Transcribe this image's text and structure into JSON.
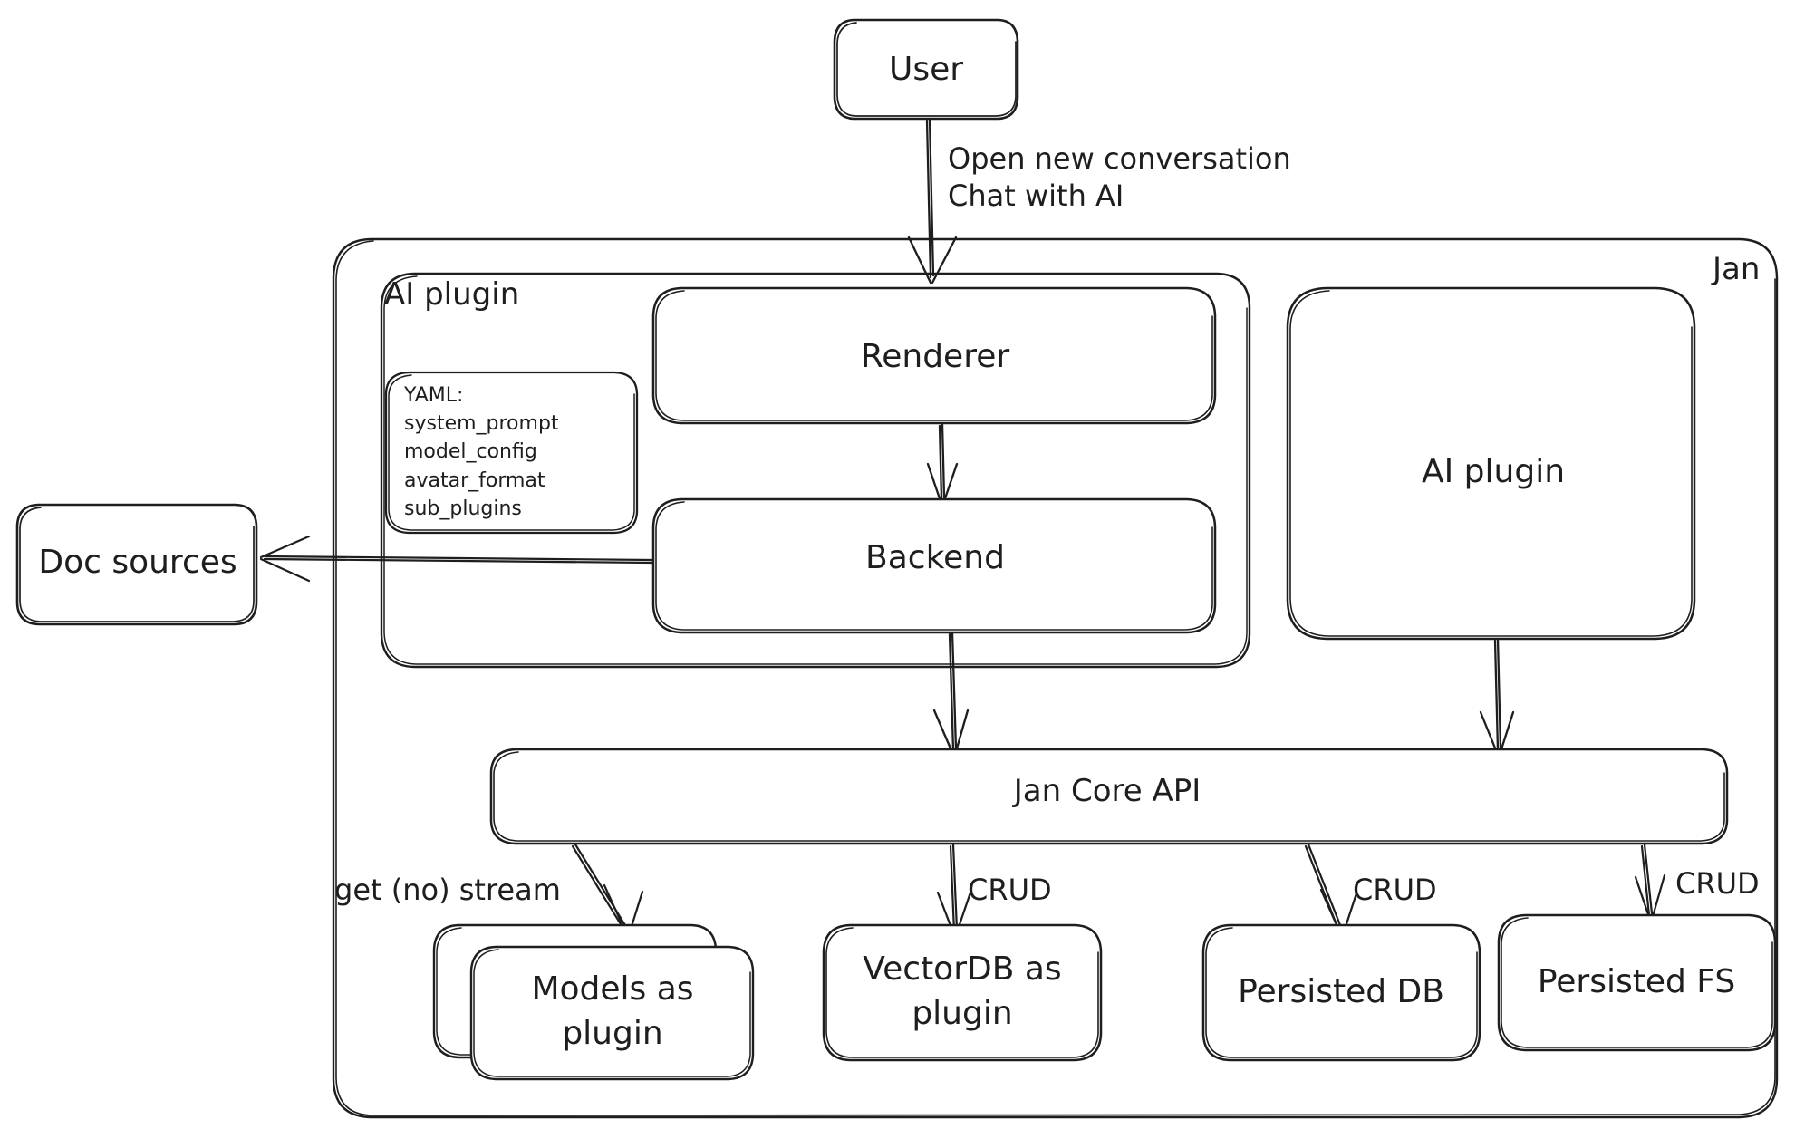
{
  "diagram": {
    "title": "Jan architecture diagram",
    "style": "hand-drawn",
    "stroke_color": "#1e1e1e",
    "background_color": "#ffffff"
  },
  "nodes": {
    "user": {
      "label": "User"
    },
    "jan_container": {
      "label": "Jan"
    },
    "ai_plugin_group": {
      "label": "AI plugin"
    },
    "yaml_note": {
      "label": "YAML:\nsystem_prompt\nmodel_config\navatar_format\nsub_plugins"
    },
    "renderer": {
      "label": "Renderer"
    },
    "backend": {
      "label": "Backend"
    },
    "ai_plugin_right": {
      "label": "AI plugin"
    },
    "doc_sources": {
      "label": "Doc sources"
    },
    "jan_core_api": {
      "label": "Jan Core API"
    },
    "models_as_plugin": {
      "label": "Models as\nplugin"
    },
    "vectordb_as_plugin": {
      "label": "VectorDB as\nplugin"
    },
    "persisted_db": {
      "label": "Persisted DB"
    },
    "persisted_fs": {
      "label": "Persisted FS"
    }
  },
  "edges": [
    {
      "from": "user",
      "to": "renderer",
      "label": "Open new conversation\nChat with AI"
    },
    {
      "from": "renderer",
      "to": "backend",
      "label": ""
    },
    {
      "from": "backend",
      "to": "doc_sources",
      "label": ""
    },
    {
      "from": "backend",
      "to": "jan_core_api",
      "label": ""
    },
    {
      "from": "ai_plugin_right",
      "to": "jan_core_api",
      "label": ""
    },
    {
      "from": "jan_core_api",
      "to": "models_as_plugin",
      "label": "get (no) stream"
    },
    {
      "from": "jan_core_api",
      "to": "vectordb_as_plugin",
      "label": "CRUD"
    },
    {
      "from": "jan_core_api",
      "to": "persisted_db",
      "label": "CRUD"
    },
    {
      "from": "jan_core_api",
      "to": "persisted_fs",
      "label": "CRUD"
    }
  ],
  "edge_labels": {
    "user_to_renderer": "Open new conversation\nChat with AI",
    "to_models": "get (no) stream",
    "to_vectordb": "CRUD",
    "to_persisted_db": "CRUD",
    "to_persisted_fs": "CRUD"
  }
}
